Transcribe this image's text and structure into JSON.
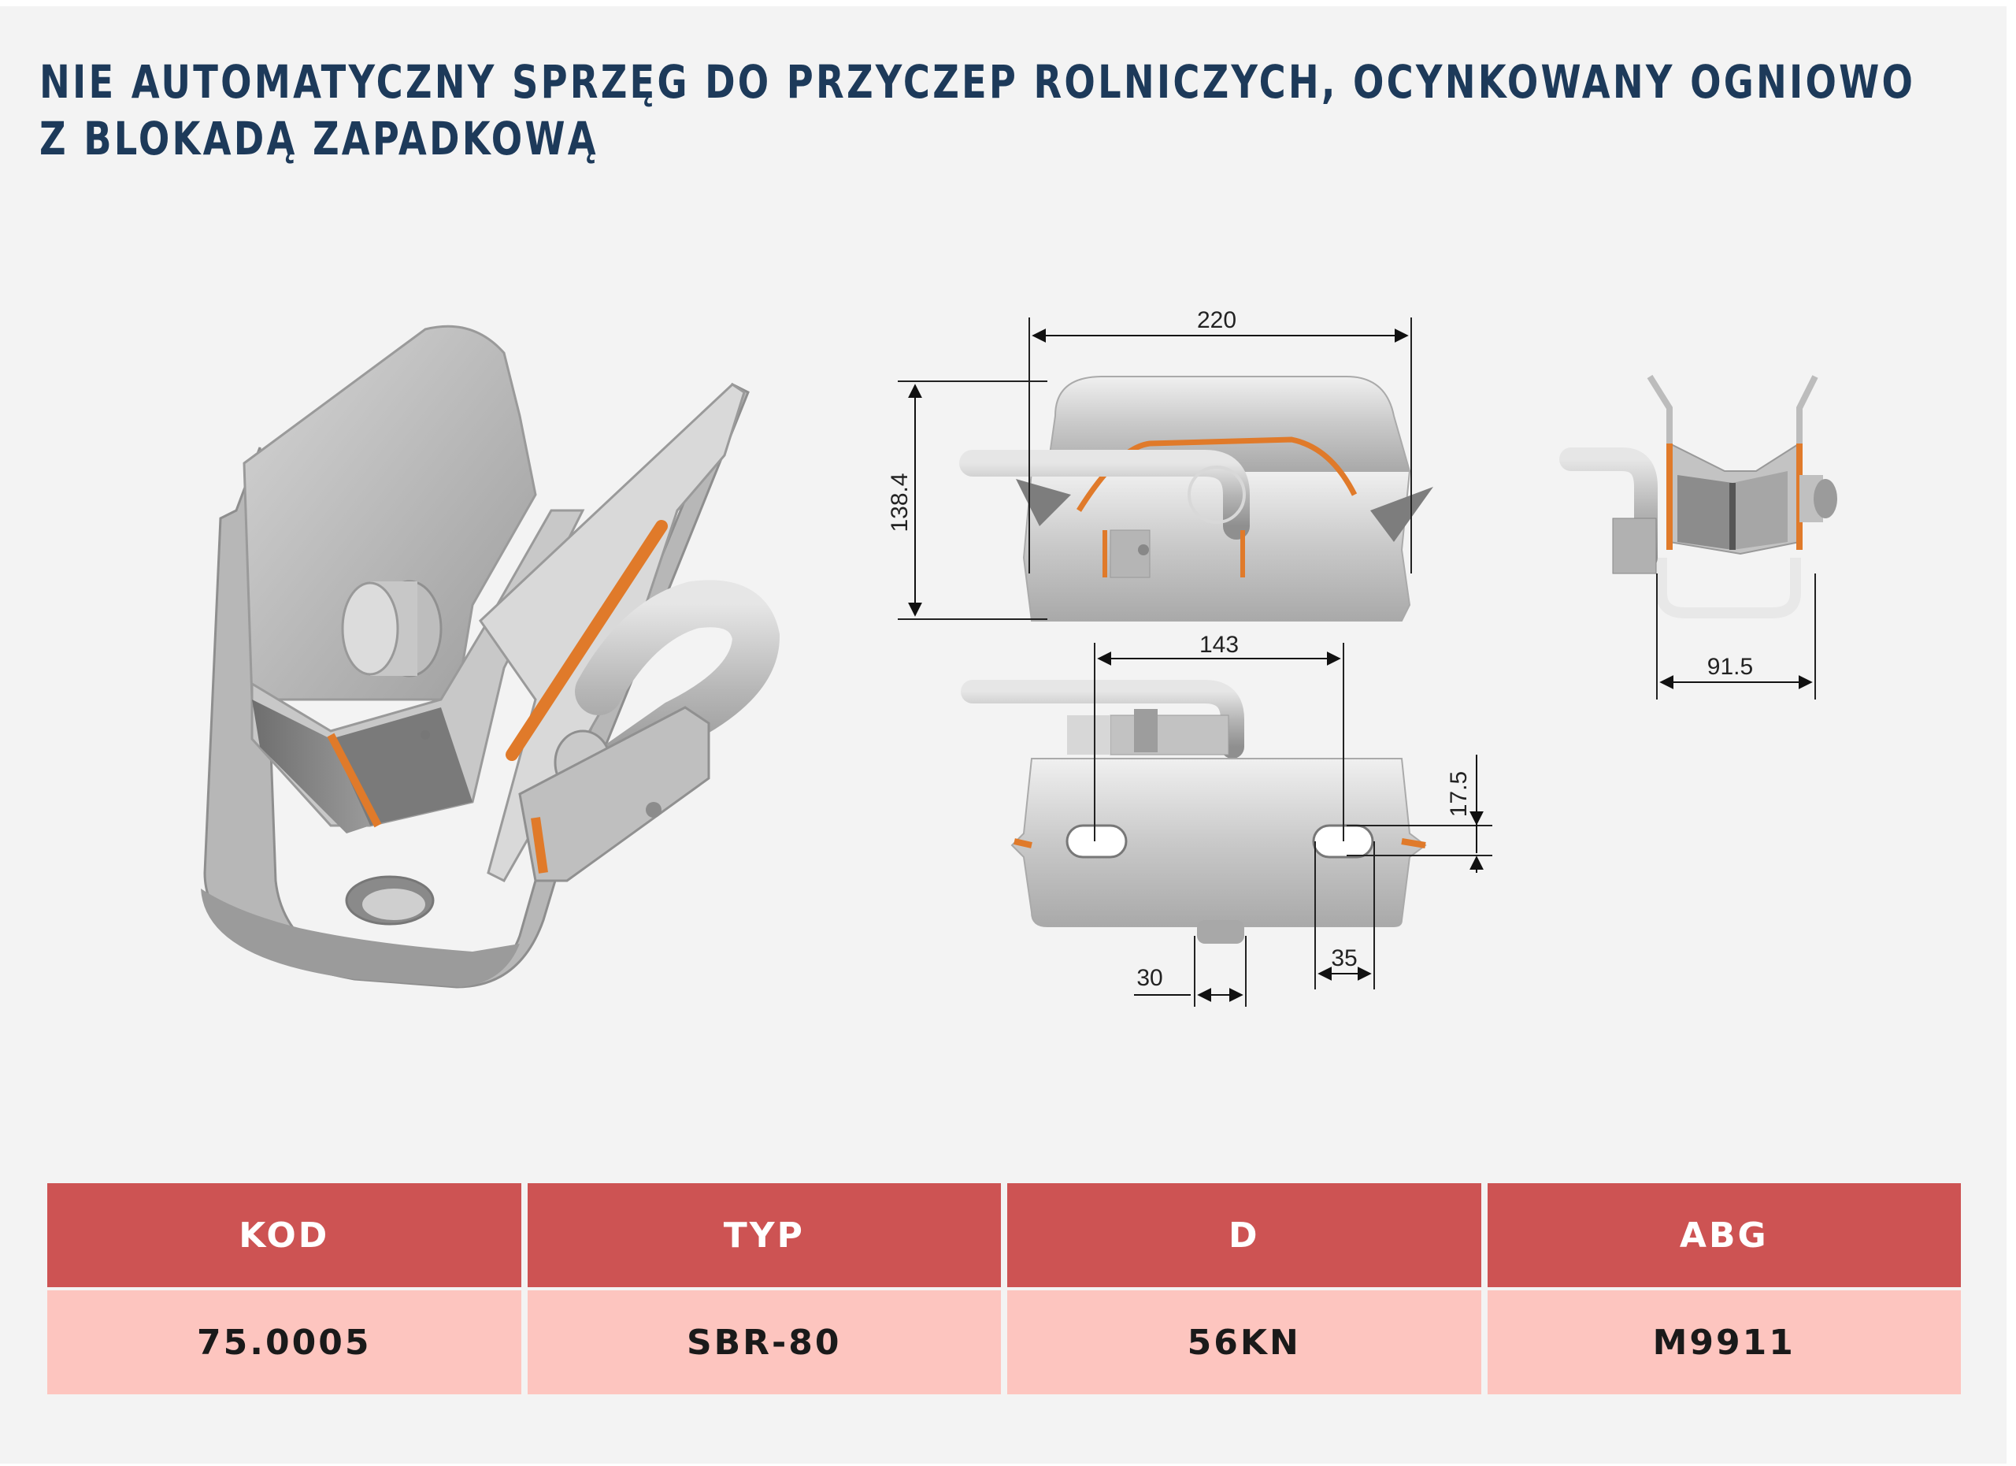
{
  "title": {
    "line1": "NIE AUTOMATYCZNY SPRZĘG DO PRZYCZEP ROLNICZYCH, OCYNKOWANY OGNIOWO",
    "line2": "Z BLOKADĄ ZAPADKOWĄ"
  },
  "colors": {
    "title": "#1d3a5a",
    "header_bg": "#cd5353",
    "header_text": "#ffffff",
    "row_bg": "#fdc5bf",
    "accent_orange": "#e07a2a",
    "metal": "#b9b9b9"
  },
  "dimensions": {
    "width_top": "220",
    "height_side": "138.4",
    "pin_spacing": "143",
    "offset_right": "17.5",
    "slot_bottom": "30",
    "slot_right": "35",
    "side_width": "91.5"
  },
  "table": {
    "headers": [
      "KOD",
      "TYP",
      "D",
      "ABG"
    ],
    "rows": [
      [
        "75.0005",
        "SBR-80",
        "56KN",
        "M9911"
      ]
    ]
  }
}
